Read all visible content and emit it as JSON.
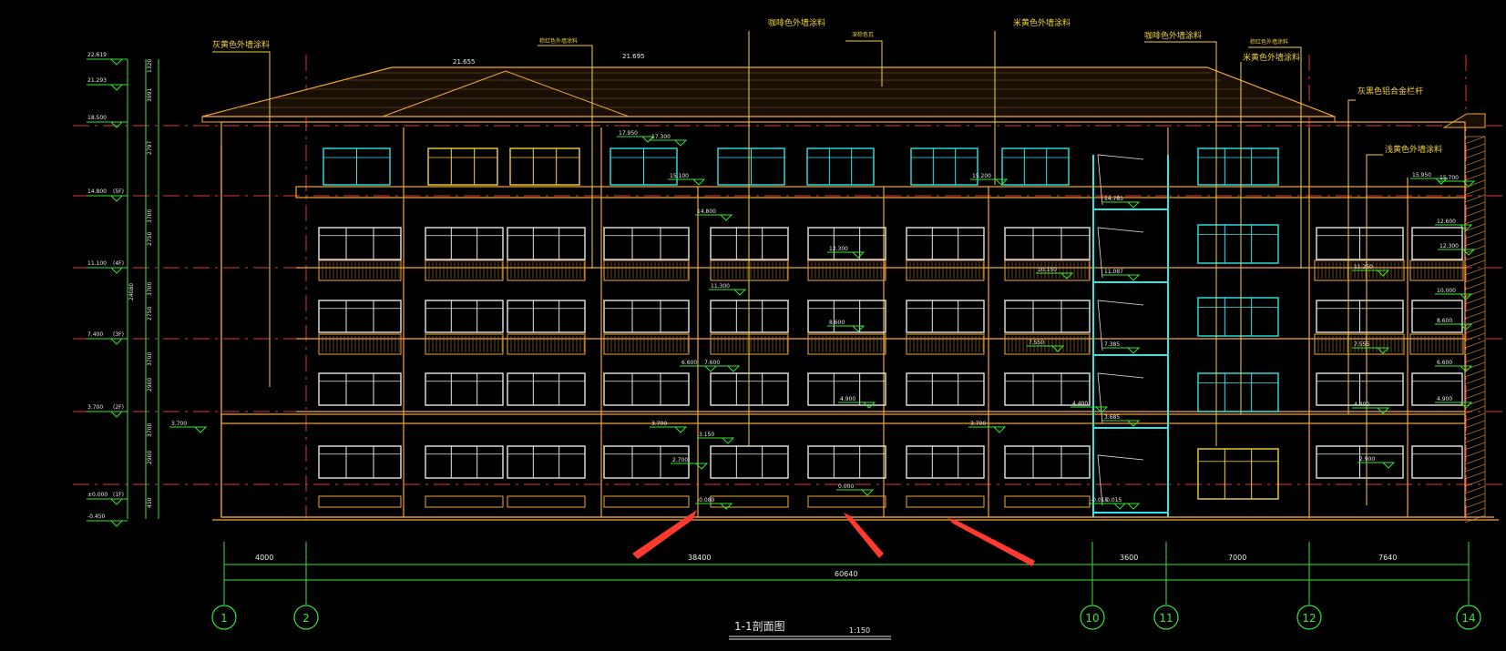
{
  "drawing": {
    "title": "1-1剖面图",
    "scale": "1:150"
  },
  "top_callouts": [
    "灰黄色外墙涂料",
    "棕红色外墙涂料",
    "咖啡色外墙涂料",
    "深棕色瓦",
    "米黄色外墙涂料",
    "咖啡色外墙涂料",
    "棕红色外墙涂料",
    "米黄色外墙涂料",
    "灰黑色铝合金栏杆",
    "浅黄色外墙涂料"
  ],
  "roof_elevations": [
    "21.655",
    "21.695"
  ],
  "left_level_marks": [
    {
      "text": "22.619"
    },
    {
      "text": "21.293"
    },
    {
      "text": "18.500"
    },
    {
      "text": "14.800",
      "floor": "(5F)"
    },
    {
      "text": "11.100",
      "floor": "(4F)"
    },
    {
      "text": "7.400",
      "floor": "(3F)"
    },
    {
      "text": "3.700",
      "floor": "(2F)"
    },
    {
      "text": "±0.000",
      "floor": "(1F)"
    },
    {
      "text": "-0.450"
    }
  ],
  "left_dims": [
    "1320",
    "3991",
    "2797",
    "3700",
    "2750",
    "3700",
    "2750",
    "3700",
    "2900",
    "3700",
    "2900",
    "450",
    "24080"
  ],
  "mid_elevations": [
    "17.950",
    "17.300",
    "15.100",
    "15.200",
    "14.800",
    "12.300",
    "11.300",
    "10.150",
    "8.600",
    "7.600",
    "7.550",
    "6.600",
    "4.900",
    "4.400",
    "3.700",
    "3.700",
    "3.700",
    "3.150",
    "2.700",
    "-0.015",
    "0.000",
    "-0.080"
  ],
  "stair_elevations": [
    "14.785",
    "11.087",
    "7.385",
    "3.685",
    "-0.015"
  ],
  "right_elevations": [
    "15.950",
    "15.700",
    "12.600",
    "12.300",
    "11.250",
    "10.000",
    "8.600",
    "7.555",
    "6.600",
    "4.900",
    "4.400",
    "2.900"
  ],
  "bottom_dims": {
    "segments": [
      "4000",
      "38400",
      "3600",
      "7000",
      "7640"
    ],
    "total": "60640"
  },
  "axes": [
    "1",
    "2",
    "10",
    "11",
    "12",
    "14"
  ],
  "colors": {
    "background": "#000000",
    "building": "#f2a73a",
    "line_yellow": "#f2d23a",
    "line_white": "#e6e6e6",
    "axis_green": "#33e633",
    "window_cyan": "#2ee6e6",
    "dash_red": "#e63434",
    "arrow_red": "#ff3b2f"
  }
}
